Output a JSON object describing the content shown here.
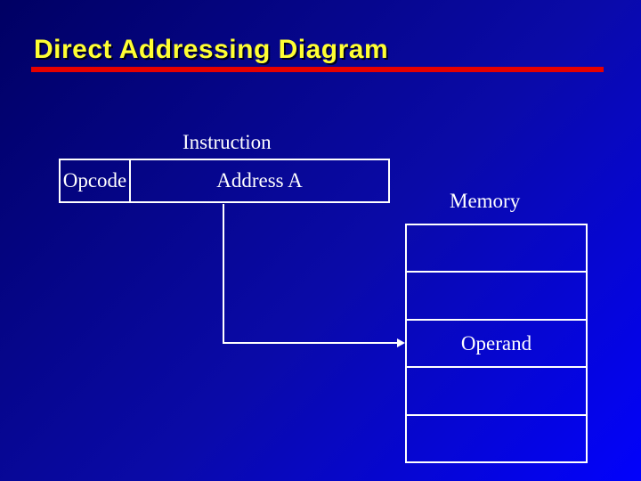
{
  "title": "Direct Addressing Diagram",
  "instruction": {
    "label": "Instruction",
    "opcode": "Opcode",
    "address": "Address A"
  },
  "memory": {
    "label": "Memory",
    "rows": [
      "",
      "",
      "Operand",
      "",
      ""
    ]
  },
  "connector": {
    "description": "arrow from Address A field to Operand memory row"
  },
  "colors": {
    "background_start": "#000063",
    "background_end": "#0202fc",
    "title_text": "#ffff33",
    "title_underline": "#e60000",
    "box_border": "#ffffff",
    "label_text": "#ffffff",
    "connector_line": "#ffffff"
  }
}
